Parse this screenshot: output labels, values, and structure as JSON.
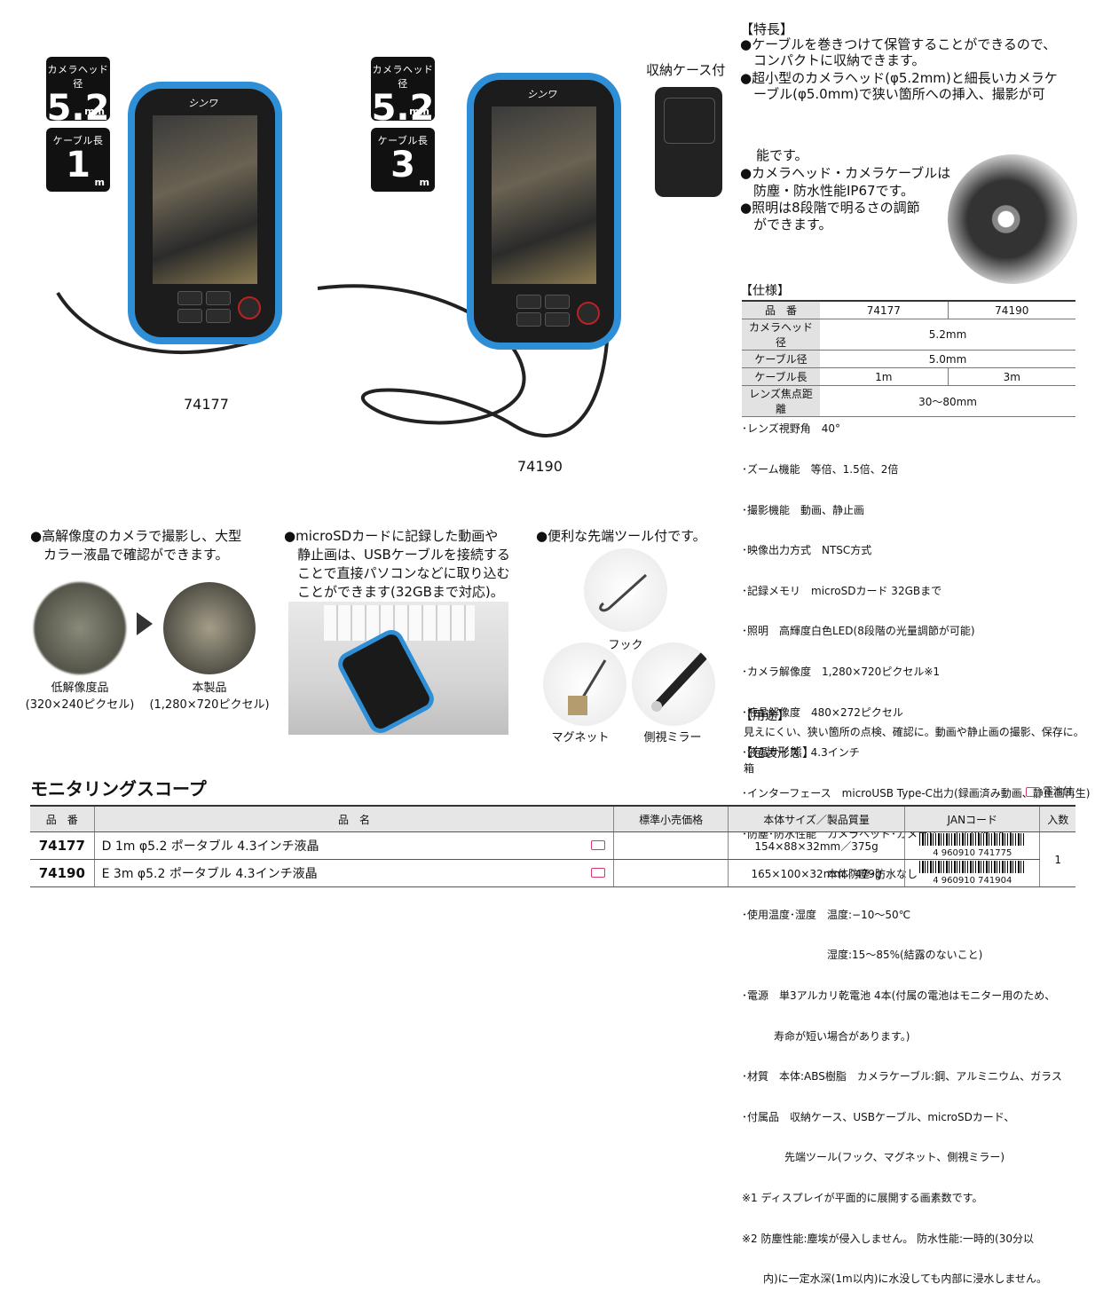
{
  "badges": {
    "head_label": "カメラヘッド径",
    "head_value": "5.2",
    "head_unit": "mm",
    "cable_label": "ケーブル長",
    "cable_value_1": "1",
    "cable_value_2": "3",
    "cable_unit": "m"
  },
  "brand_logo": "シンワ",
  "case_label": "収納ケース付",
  "models": {
    "a": "74177",
    "b": "74190"
  },
  "features": {
    "heading": "【特長】",
    "items": [
      "●ケーブルを巻きつけて保管することができるので、",
      "　コンパクトに収納できます。",
      "●超小型のカメラヘッド(φ5.2mm)と細長いカメラケ",
      "　ーブル(φ5.0mm)で狭い箇所への挿入、撮影が可",
      "能です。",
      "●カメラヘッド・カメラケーブルは",
      "　防塵・防水性能IP67です。",
      "●照明は8段階で明るさの調節",
      "　ができます。"
    ]
  },
  "spec": {
    "heading": "【仕様】",
    "rows": [
      {
        "h": "品　番",
        "v1": "74177",
        "v2": "74190"
      },
      {
        "h": "カメラヘッド径",
        "v": "5.2mm"
      },
      {
        "h": "ケーブル径",
        "v": "5.0mm"
      },
      {
        "h": "ケーブル長",
        "v1": "1m",
        "v2": "3m"
      },
      {
        "h": "レンズ焦点距離",
        "v": "30～80mm"
      }
    ],
    "list": [
      "･レンズ視野角　40°",
      "･ズーム機能　等倍、1.5倍、2倍",
      "･撮影機能　動画、静止画",
      "･映像出力方式　NTSC方式",
      "･記録メモリ　microSDカード 32GBまで",
      "･照明　高輝度白色LED(8段階の光量調節が可能)",
      "･カメラ解像度　1,280×720ピクセル※1",
      "･液晶解像度　480×272ピクセル",
      "･液晶サイズ　4.3インチ",
      "･インターフェース　microUSB Type-C出力(録画済み動画、静止画再生)",
      "･防塵･防水性能　カメラヘッド･カメラケーブル:IP67※2",
      "　　　　　　　　本体防塵･防水なし",
      "･使用温度･湿度　温度:−10～50℃",
      "　　　　　　　　湿度:15～85%(結露のないこと)",
      "･電源　単3アルカリ乾電池 4本(付属の電池はモニター用のため、",
      "　　　寿命が短い場合があります。)",
      "･材質　本体:ABS樹脂　カメラケーブル:鋼、アルミニウム、ガラス",
      "･付属品　収納ケース、USBケーブル、microSDカード、",
      "　　　　先端ツール(フック、マグネット、側視ミラー)",
      "※1 ディスプレイが平面的に展開する画素数です。",
      "※2 防塵性能:塵埃が侵入しません。 防水性能:一時的(30分以",
      "　　内)に一定水深(1m以内)に水没しても内部に浸水しません。"
    ]
  },
  "usage": {
    "heading": "【用途】",
    "text": "見えにくい、狭い箇所の点検、確認に。動画や静止画の撮影、保存に。"
  },
  "packaging": {
    "heading": "【包装形態】",
    "text": "箱"
  },
  "bottom_features": {
    "f1": [
      "●高解像度のカメラで撮影し、大型",
      "　カラー液晶で確認ができます。"
    ],
    "f2": [
      "●microSDカードに記録した動画や",
      "　静止画は、USBケーブルを接続する",
      "　ことで直接パソコンなどに取り込む",
      "　ことができます(32GBまで対応)。"
    ],
    "f3": [
      "●便利な先端ツール付です。"
    ],
    "low_res_label": "低解像度品",
    "low_res_sub": "(320×240ピクセル)",
    "this_label": "本製品",
    "this_sub": "(1,280×720ピクセル)",
    "hook": "フック",
    "magnet": "マグネット",
    "mirror": "側視ミラー"
  },
  "product": {
    "title": "モニタリングスコープ",
    "battery_note": "電池付",
    "headers": [
      "品　番",
      "品　名",
      "標準小売価格",
      "本体サイズ／製品質量",
      "JANコード",
      "入数"
    ],
    "rows": [
      {
        "code": "74177",
        "name": "D 1m φ5.2 ポータブル 4.3インチ液晶",
        "price": "",
        "size": "154×88×32mm／375g",
        "jan": "4 960910 741775"
      },
      {
        "code": "74190",
        "name": "E 3m φ5.2 ポータブル 4.3インチ液晶",
        "price": "",
        "size": "165×100×32mm／479g",
        "jan": "4 960910 741904"
      }
    ],
    "qty": "1"
  },
  "colors": {
    "accent_blue": "#2f8fd6",
    "battery_pink": "#d23b6e"
  }
}
